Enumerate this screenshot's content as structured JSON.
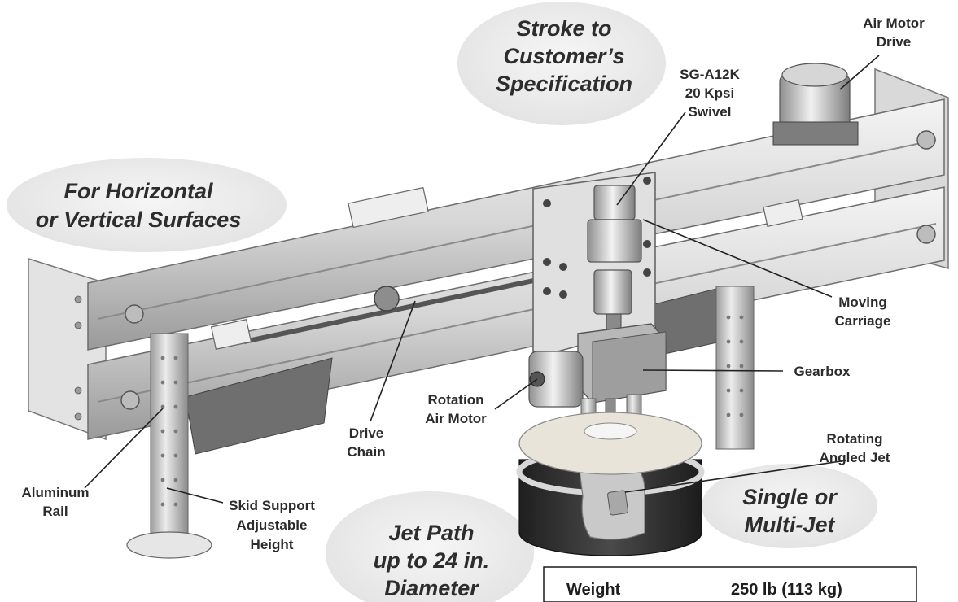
{
  "callouts": {
    "stroke": [
      "Stroke to",
      "Customer’s",
      "Specification"
    ],
    "surfaces": [
      "For Horizontal",
      "or Vertical Surfaces"
    ],
    "jet_path": [
      "Jet Path",
      "up to 24 in.",
      "Diameter"
    ],
    "multi_jet": [
      "Single or",
      "Multi-Jet"
    ]
  },
  "labels": {
    "air_motor_drive": [
      "Air Motor",
      "Drive"
    ],
    "swivel": [
      "SG-A12K",
      "20 Kpsi",
      "Swivel"
    ],
    "moving_carriage": [
      "Moving",
      "Carriage"
    ],
    "gearbox": [
      "Gearbox"
    ],
    "rotation_air_motor": [
      "Rotation",
      "Air Motor"
    ],
    "rotating_angled_jet": [
      "Rotating",
      "Angled Jet"
    ],
    "drive_chain": [
      "Drive",
      "Chain"
    ],
    "aluminum_rail": [
      "Aluminum",
      "Rail"
    ],
    "skid_support": [
      "Skid Support",
      "Adjustable",
      "Height"
    ]
  },
  "spec_table": {
    "rows": [
      {
        "name": "Weight",
        "value": "250 lb (113 kg)"
      }
    ]
  },
  "colors": {
    "metal_light": "#e8e8e8",
    "metal_mid": "#bdbdbd",
    "metal_dark": "#6e6e6e",
    "bubble": "#ececec",
    "housing": "#2e2e2e"
  }
}
